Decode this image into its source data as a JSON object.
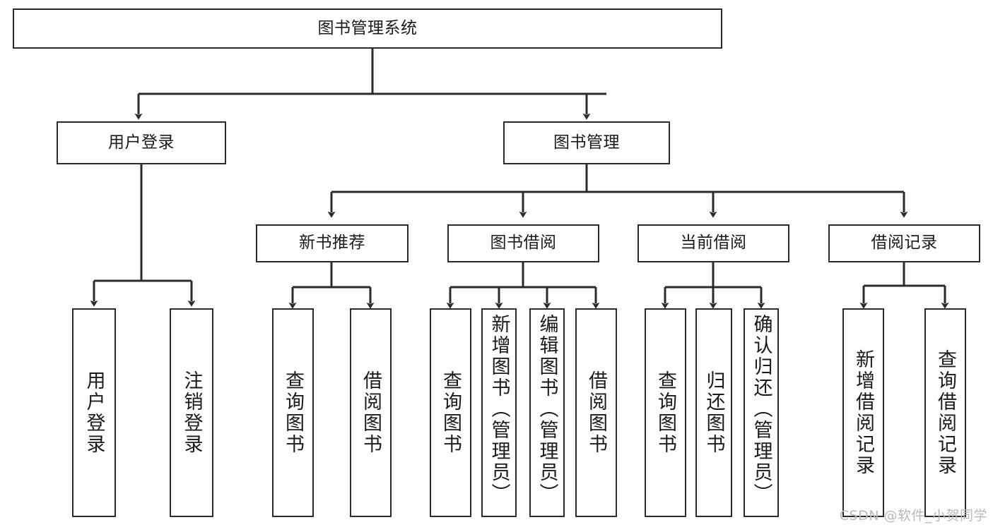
{
  "diagram": {
    "type": "tree-hierarchy",
    "title": "图书管理系统",
    "colors": {
      "background": "#ffffff",
      "node_border": "#2b2b2b",
      "node_fill": "#ffffff",
      "edge": "#2b2b2b",
      "text": "#1a1a1a",
      "watermark": "#b9b9b9"
    },
    "watermark": "CSDN @软件_小贺同学",
    "nodes": {
      "root": {
        "label": "图书管理系统"
      },
      "level2": [
        {
          "id": "user-login",
          "label": "用户登录"
        },
        {
          "id": "book-manage",
          "label": "图书管理"
        }
      ],
      "level3": [
        {
          "id": "new-book-recommend",
          "label": "新书推荐"
        },
        {
          "id": "book-borrow",
          "label": "图书借阅"
        },
        {
          "id": "current-borrow",
          "label": "当前借阅"
        },
        {
          "id": "borrow-record",
          "label": "借阅记录"
        }
      ],
      "leaves": {
        "user-login": [
          {
            "id": "leaf-user-login",
            "label": "用户登录"
          },
          {
            "id": "leaf-logout-login",
            "label": "注销登录"
          }
        ],
        "new-book-recommend": [
          {
            "id": "leaf-query-book-1",
            "label": "查询图书"
          },
          {
            "id": "leaf-borrow-book-1",
            "label": "借阅图书"
          }
        ],
        "book-borrow": [
          {
            "id": "leaf-query-book-2",
            "label": "查询图书"
          },
          {
            "id": "leaf-add-book",
            "label": "新增图书（管理员）"
          },
          {
            "id": "leaf-edit-book",
            "label": "编辑图书（管理员）"
          },
          {
            "id": "leaf-borrow-book-2",
            "label": "借阅图书"
          }
        ],
        "current-borrow": [
          {
            "id": "leaf-query-book-3",
            "label": "查询图书"
          },
          {
            "id": "leaf-return-book",
            "label": "归还图书"
          },
          {
            "id": "leaf-confirm-return",
            "label": "确认归还（管理员）"
          }
        ],
        "borrow-record": [
          {
            "id": "leaf-add-record",
            "label": "新增借阅记录"
          },
          {
            "id": "leaf-query-record",
            "label": "查询借阅记录"
          }
        ]
      }
    }
  }
}
